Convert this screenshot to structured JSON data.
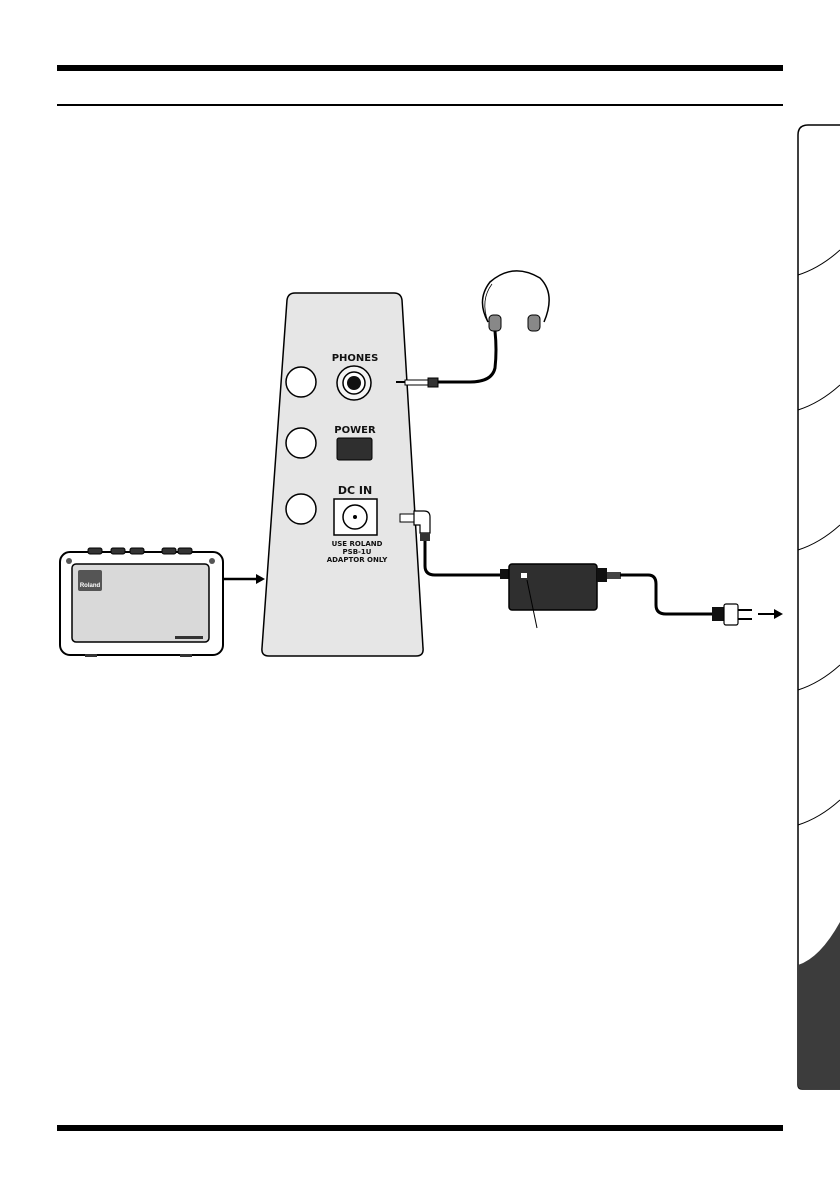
{
  "panel": {
    "phones_label": "PHONES",
    "power_label": "POWER",
    "dcin_label": "DC IN",
    "dcin_note_line1": "USE ROLAND",
    "dcin_note_line2": "PSB-1U",
    "dcin_note_line3": "ADAPTOR ONLY"
  },
  "amp": {
    "logo_text": "Roland"
  },
  "colors": {
    "panel_fill": "#e6e6e6",
    "adapter_fill": "#2f2f2f",
    "tab_active": "#3c3c3c",
    "line": "#000000"
  },
  "side_tabs": {
    "count": 7,
    "active_index": 6
  }
}
